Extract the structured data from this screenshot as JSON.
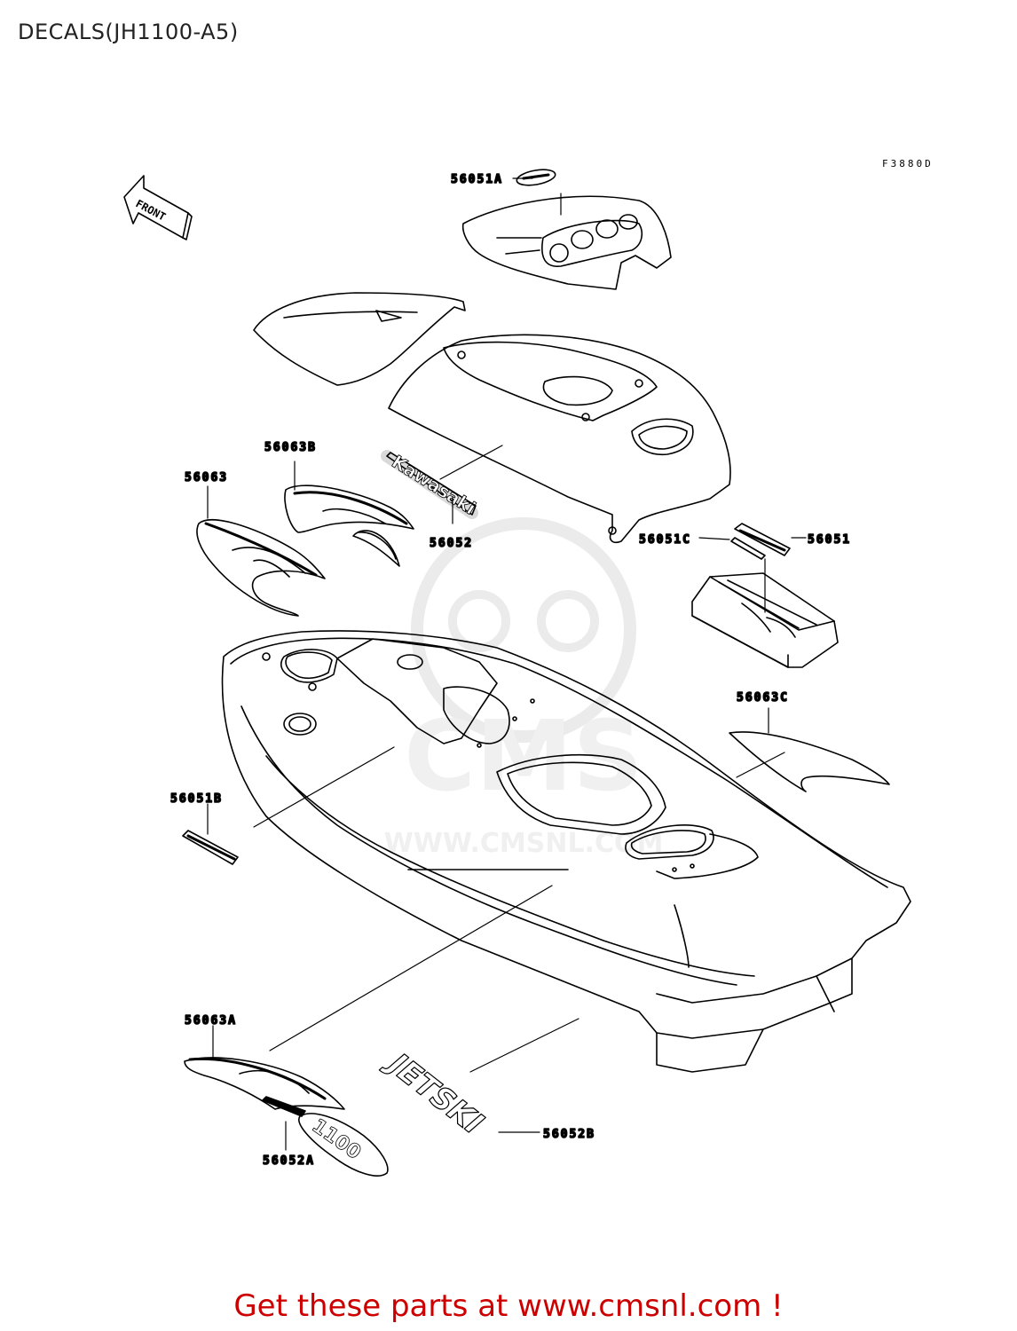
{
  "title": "DECALS(JH1100-A5)",
  "drawing_code": "F3880D",
  "front_arrow_label": "FRONT",
  "parts": [
    {
      "id": "56051A"
    },
    {
      "id": "56063B"
    },
    {
      "id": "56063"
    },
    {
      "id": "56052"
    },
    {
      "id": "56051C"
    },
    {
      "id": "56051"
    },
    {
      "id": "56063C"
    },
    {
      "id": "56051B"
    },
    {
      "id": "56063A"
    },
    {
      "id": "56052A"
    },
    {
      "id": "56052B"
    }
  ],
  "decal_texts": {
    "kawasaki": "Kawasaki",
    "jetski": "JETSKI",
    "model": "1100"
  },
  "watermark": {
    "brand": "CMS",
    "url": "WWW.CMSNL.COM"
  },
  "footer": "Get these parts at www.cmsnl.com !",
  "colors": {
    "footer_text": "#cc0000",
    "line_art": "#000000"
  }
}
